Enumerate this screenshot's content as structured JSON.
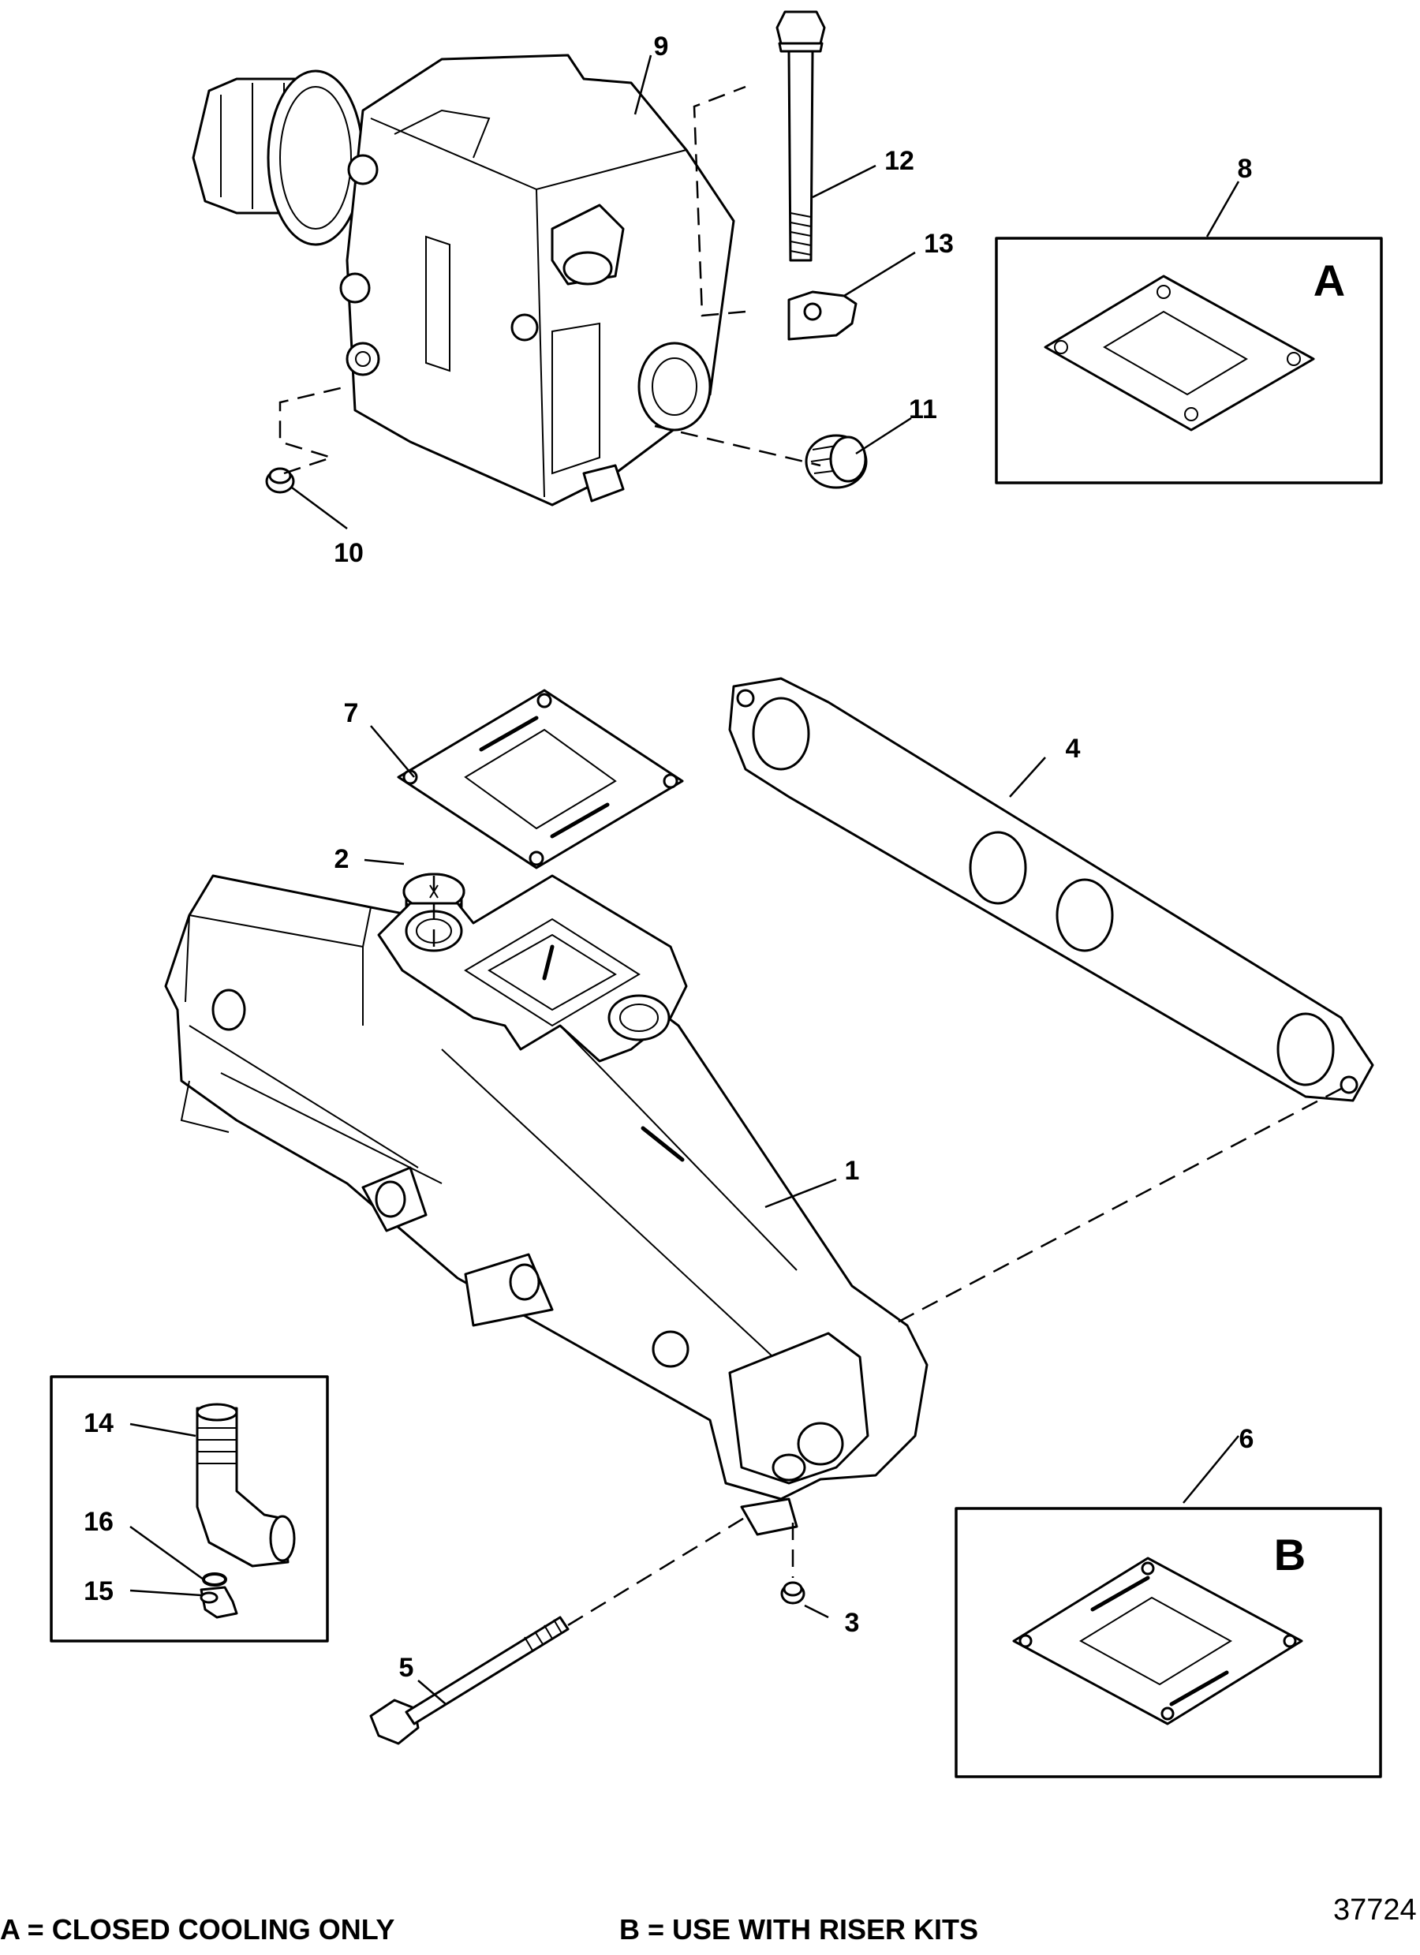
{
  "callouts": {
    "c1": "1",
    "c2": "2",
    "c3": "3",
    "c4": "4",
    "c5": "5",
    "c6": "6",
    "c7": "7",
    "c8": "8",
    "c9": "9",
    "c10": "10",
    "c11": "11",
    "c12": "12",
    "c13": "13",
    "c14": "14",
    "c15": "15",
    "c16": "16"
  },
  "boxes": {
    "a_letter": "A",
    "b_letter": "B"
  },
  "notes": {
    "a": "A = CLOSED COOLING ONLY",
    "b": "B = USE WITH RISER KITS"
  },
  "figure_id": "37724"
}
